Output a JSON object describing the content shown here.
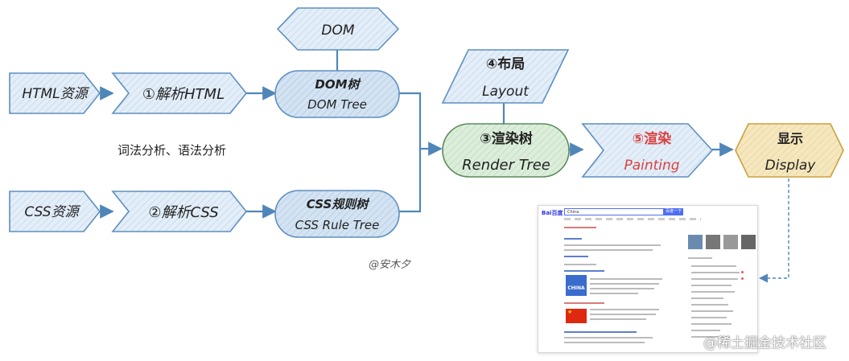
{
  "nodes": {
    "html_source": "HTML资源",
    "parse_html": "①解析HTML",
    "dom": "DOM",
    "dom_tree_cn": "DOM树",
    "dom_tree_en": "DOM Tree",
    "css_source": "CSS资源",
    "parse_css": "②解析CSS",
    "css_tree_cn": "CSS规则树",
    "css_tree_en": "CSS Rule Tree",
    "layout_cn": "④布局",
    "layout_en": "Layout",
    "render_tree_cn": "③渲染树",
    "render_tree_en": "Render Tree",
    "painting_cn": "⑤渲染",
    "painting_en": "Painting",
    "display_cn": "显示",
    "display_en": "Display"
  },
  "annotations": {
    "analysis": "词法分析、语法分析",
    "author": "@安木夕",
    "watermark": "@稀土掘金技术社区"
  },
  "screenshot": {
    "logo": "Bai百度",
    "query": "China",
    "button": "百度一下",
    "card_label": "CHINA",
    "flag_star": "★"
  },
  "colors": {
    "chevron_fill": "#e6f0f8",
    "chevron_stroke": "#5d8fc0",
    "dom_fill": "#d6e6f4",
    "render_fill": "#d6ecd6",
    "render_stroke": "#5c8a5c",
    "display_fill": "#f3e3b5",
    "display_stroke": "#c9a23c",
    "connector": "#4f86b8",
    "painting_text": "#d94141"
  }
}
